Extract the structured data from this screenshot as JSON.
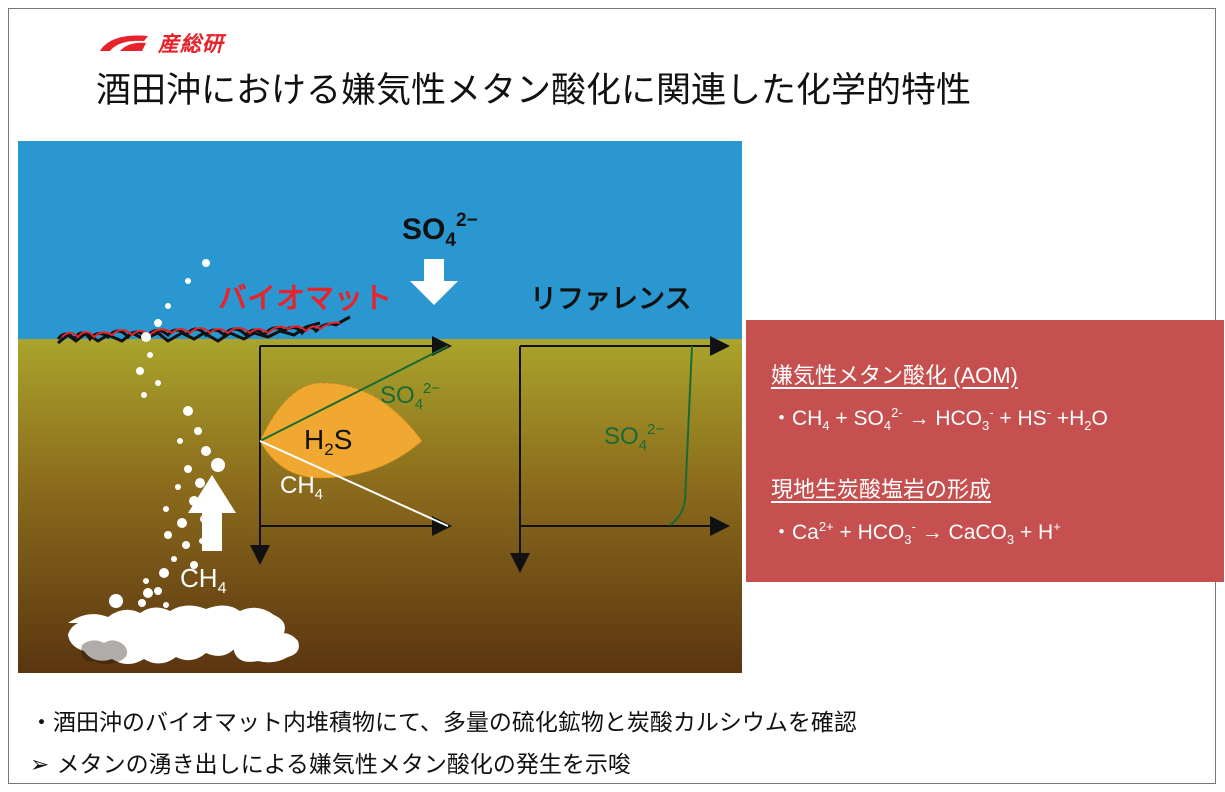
{
  "header": {
    "logo_text": "産総研",
    "title": "酒田沖における嫌気性メタン酸化に関連した化学的特性"
  },
  "diagram": {
    "labels": {
      "so4_top": "SO",
      "so4_top_sub": "4",
      "so4_top_sup": "2−",
      "biomat": "バイオマット",
      "reference": "リファレンス",
      "so4_profile": "SO",
      "so4_profile_sub": "4",
      "so4_profile_sup": "2−",
      "h2s": "H",
      "h2s_sub": "2",
      "h2s_tail": "S",
      "ch4_profile": "CH",
      "ch4_profile_sub": "4",
      "so4_ref": "SO",
      "so4_ref_sub": "4",
      "so4_ref_sup": "2−",
      "ch4_flux": "CH",
      "ch4_flux_sub": "4"
    },
    "colors": {
      "water": "#2a97d0",
      "sediment_top": "#a8a12a",
      "sediment_bottom": "#5b3712",
      "h2s_fill": "#f0a830",
      "so4_line": "#1a6b33",
      "biomat": "#e8232a"
    }
  },
  "info_box": {
    "heading1": "嫌気性メタン酸化 (AOM)",
    "eq1": {
      "bullet": "・",
      "ch": "CH",
      "ch_sub": "4",
      "plus1": " + SO",
      "so4_sub": "4",
      "so4_sup": "2-",
      "arrow": " → HCO",
      "hco3_sub": "3",
      "hco3_sup": "-",
      "plus2": " + HS",
      "hs_sup": "-",
      "plus3": " +H",
      "h2o_sub": "2",
      "h2o_tail": "O"
    },
    "heading2": "現地生炭酸塩岩の形成",
    "eq2": {
      "bullet": "・",
      "ca": "Ca",
      "ca_sup": "2+",
      "plus1": " + HCO",
      "hco3_sub": "3",
      "hco3_sup": "-",
      "arrow": " → CaCO",
      "caco3_sub": "3",
      "plus2": " + H",
      "h_sup": "+"
    }
  },
  "notes": {
    "bullet1": "・酒田沖のバイオマット内堆積物にて、多量の硫化鉱物と炭酸カルシウムを確認",
    "bullet2": "➢ メタンの湧き出しによる嫌気性メタン酸化の発生を示唆"
  }
}
